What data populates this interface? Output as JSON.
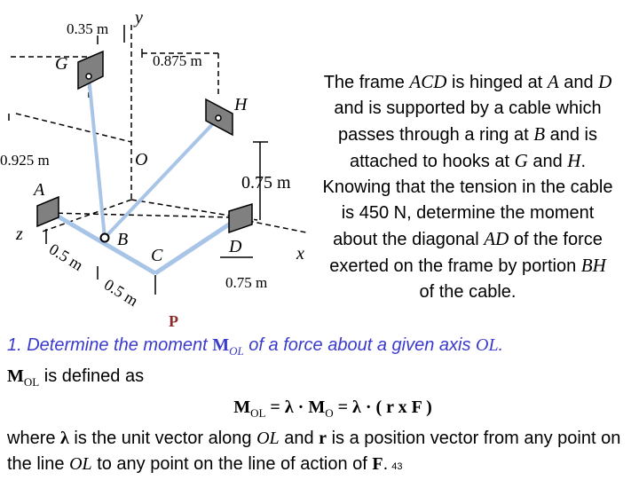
{
  "diagram": {
    "labels": {
      "y_axis": "y",
      "z_axis": "z",
      "x_axis": "x",
      "dim_035": "0.35 m",
      "dim_0875": "0.875 m",
      "dim_0925": "0.925 m",
      "dim_075_vertical": "0.75 m",
      "dim_075_horizontal": "0.75 m",
      "dim_05_left": "0.5 m",
      "dim_05_right": "0.5 m",
      "point_G": "G",
      "point_H": "H",
      "point_O": "O",
      "point_A": "A",
      "point_B": "B",
      "point_C": "C",
      "point_D": "D",
      "point_P": "P"
    },
    "colors": {
      "cable": "#a8c4e6",
      "frame": "#a8c4e6",
      "hook": "#808080",
      "p_label": "#8b2a2a"
    }
  },
  "problem": {
    "t1": "The frame ",
    "t2": "ACD",
    "t3": " is hinged at ",
    "t4": "A",
    "t5": " and ",
    "t6": "D",
    "t7": " and is supported by a cable which passes through a ring at ",
    "t8": "B",
    "t9": " and is attached to hooks at ",
    "t10": "G",
    "t11": " and ",
    "t12": "H",
    "t13": ". Knowing that the tension in the cable is 450 N, determine the moment about the diagonal ",
    "t14": "AD",
    "t15": " of the force exerted on the frame by portion ",
    "t16": "BH",
    "t17": " of the cable."
  },
  "step": {
    "l1a": "1. Determine the moment ",
    "l1b": "M",
    "l1c": "OL",
    "l1d": " of a force about a given axis ",
    "l1e": "OL",
    "l1f": ".",
    "l2a": "M",
    "l2b": "OL",
    "l2c": " is defined as",
    "formula_a": "M",
    "formula_b": "OL",
    "formula_c": " = λ · M",
    "formula_d": "O",
    "formula_e": " = λ · ( r x F )",
    "l4a": "where ",
    "l4b": "λ",
    "l4c": " is the unit vector along ",
    "l4d": "OL",
    "l4e": " and ",
    "l4f": "r",
    "l4g": " is a position vector from any point on the line ",
    "l4h": "OL",
    "l4i": " to any point on the line of action of ",
    "l4j": "F",
    "l4k": ".",
    "page_number": "43"
  }
}
